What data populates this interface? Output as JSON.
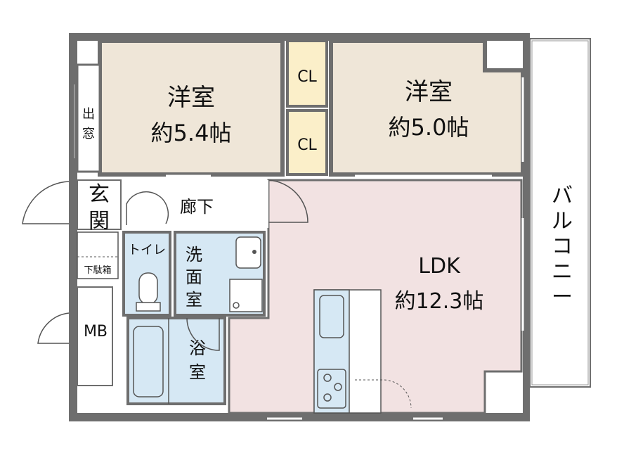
{
  "rooms": {
    "western_room_1": {
      "name": "洋室",
      "size": "約5.4帖"
    },
    "western_room_2": {
      "name": "洋室",
      "size": "約5.0帖"
    },
    "closet_1": "CL",
    "closet_2": "CL",
    "ldk": {
      "name": "LDK",
      "size": "約12.3帖"
    },
    "entrance": {
      "line1": "玄",
      "line2": "関"
    },
    "hallway": "廊下",
    "toilet": "トイレ",
    "washroom": {
      "line1": "洗",
      "line2": "面",
      "line3": "室"
    },
    "bathroom": {
      "line1": "浴",
      "line2": "室"
    },
    "bay_window": {
      "line1": "出",
      "line2": "窓"
    },
    "shoe_box": "下駄箱",
    "meter_box": "MB",
    "balcony": [
      "バ",
      "ル",
      "コ",
      "ニ",
      "ー"
    ]
  },
  "colors": {
    "wall": "#6e6e6e",
    "western_room_floor": "#efe6d8",
    "closet_floor": "#fbefc9",
    "ldk_floor": "#f2e2e2",
    "wet_area_floor": "#d6e8f4",
    "outline": "#555555"
  }
}
